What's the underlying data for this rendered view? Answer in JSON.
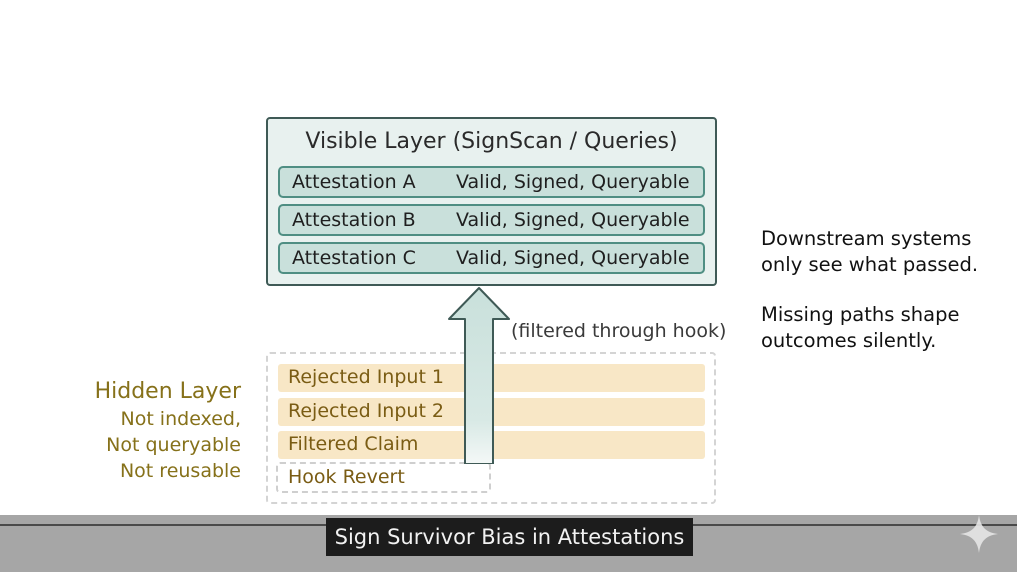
{
  "visible_layer": {
    "title": "Visible Layer (SignScan / Queries)",
    "rows": [
      {
        "name": "Attestation A",
        "status": "Valid, Signed, Queryable"
      },
      {
        "name": "Attestation B",
        "status": "Valid, Signed, Queryable"
      },
      {
        "name": "Attestation C",
        "status": "Valid, Signed, Queryable"
      }
    ]
  },
  "hidden_layer": {
    "title": "Hidden Layer",
    "notes": [
      "Not indexed,",
      "Not queryable",
      "Not reusable"
    ],
    "items": [
      "Rejected Input 1",
      "Rejected Input 2",
      "Filtered Claim",
      "Hook Revert"
    ]
  },
  "arrow_label": "(filtered through hook)",
  "side_notes": {
    "note1": [
      "Downstream systems",
      "only see what passed."
    ],
    "note2": [
      "Missing paths shape",
      "outcomes silently."
    ]
  },
  "subtitle": "Sign Survivor Bias in Attestations",
  "colors": {
    "visible_bg": "#e8f1ef",
    "visible_row": "#c9e0db",
    "visible_border": "#4f8e83",
    "hidden_bar": "#f8e7c6",
    "hidden_text": "#86711a",
    "arrow_fill": "#c9e0db",
    "arrow_border": "#3f5a56"
  },
  "icons": {
    "sparkle": "sparkle-icon"
  }
}
